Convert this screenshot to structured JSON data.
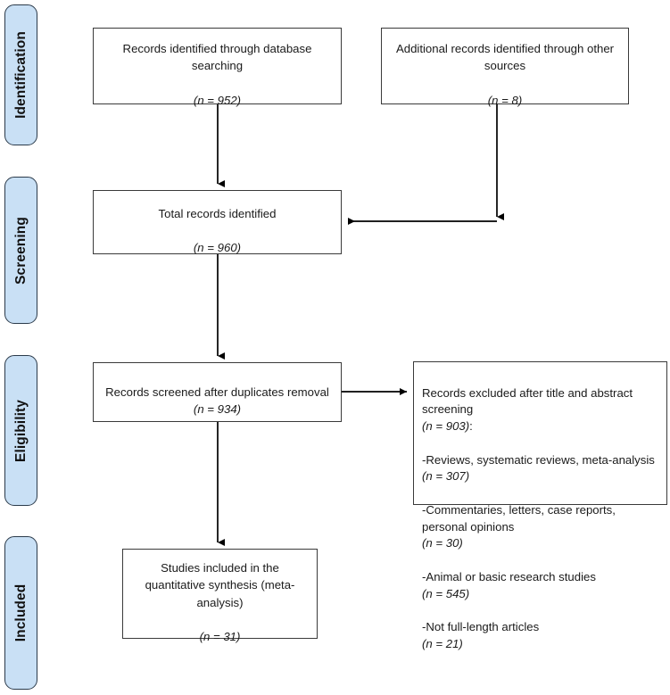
{
  "diagram": {
    "type": "prisma-flow-diagram",
    "stages": [
      {
        "id": "identification",
        "label": "Identification"
      },
      {
        "id": "screening",
        "label": "Screening"
      },
      {
        "id": "eligibility",
        "label": "Eligibility"
      },
      {
        "id": "included",
        "label": "Included"
      }
    ],
    "boxes": {
      "db_search": {
        "text": "Records identified through database searching",
        "count_text": "(n = 952)",
        "n": 952
      },
      "other_sources": {
        "text": "Additional records identified through other sources",
        "count_text": "(n = 8)",
        "n": 8
      },
      "total_records": {
        "text": "Total records identified",
        "count_text": "(n = 960)",
        "n": 960
      },
      "records_screened": {
        "text": "Records screened after duplicates removal",
        "count_text": "(n = 934)",
        "n": 934
      },
      "records_excluded": {
        "heading": "Records excluded after title and abstract screening",
        "heading_count_text": "(n = 903)",
        "heading_n": 903,
        "reasons": [
          {
            "label": "-Reviews, systematic reviews, meta-analysis",
            "count_text": "(n = 307)",
            "n": 307
          },
          {
            "label": "-Commentaries, letters, case reports, personal opinions",
            "count_text": "(n = 30)",
            "n": 30
          },
          {
            "label": "-Animal or basic research studies",
            "count_text": "(n = 545)",
            "n": 545
          },
          {
            "label": "-Not full-length articles",
            "count_text": "(n = 21)",
            "n": 21
          }
        ]
      },
      "studies_included": {
        "text": "Studies included in the quantitative synthesis (meta-analysis)",
        "count_text": "(n = 31)",
        "n": 31
      }
    },
    "colors": {
      "stage_tab_fill": "#c9e0f5",
      "stage_tab_border": "#2b3a4a",
      "box_border": "#3a3a3a",
      "connector": "#000000",
      "background": "#ffffff",
      "text": "#1a1a1a"
    }
  }
}
